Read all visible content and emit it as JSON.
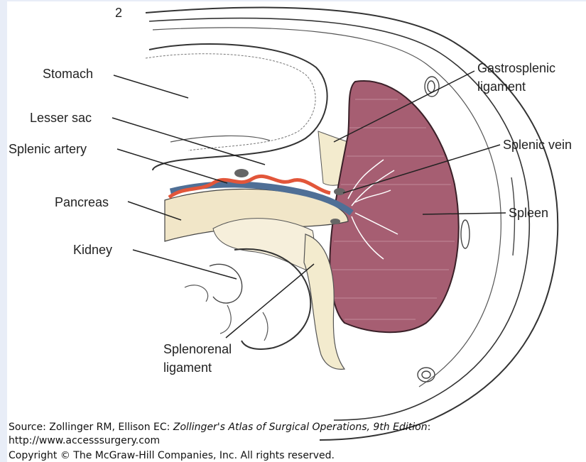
{
  "figure_number": "2",
  "labels": {
    "stomach": "Stomach",
    "lesser_sac": "Lesser sac",
    "splenic_artery": "Splenic artery",
    "pancreas": "Pancreas",
    "kidney": "Kidney",
    "gastrosplenic_1": "Gastrosplenic",
    "gastrosplenic_2": "ligament",
    "splenic_vein": "Splenic vein",
    "spleen": "Spleen",
    "splenorenal_1": "Splenorenal",
    "splenorenal_2": "ligament"
  },
  "source": {
    "prefix": "Source: Zollinger RM, Ellison EC: ",
    "title": "Zollinger's Atlas of Surgical Operations, 9th Edition",
    "suffix": ":",
    "url": "http://www.accesssurgery.com",
    "copyright": "Copyright © The McGraw-Hill Companies, Inc. All rights reserved."
  },
  "colors": {
    "spleen": "#a65e72",
    "artery": "#e2563a",
    "vein": "#4f6f96",
    "pancreas": "#f1e6c8",
    "background": "#e8edf7"
  }
}
